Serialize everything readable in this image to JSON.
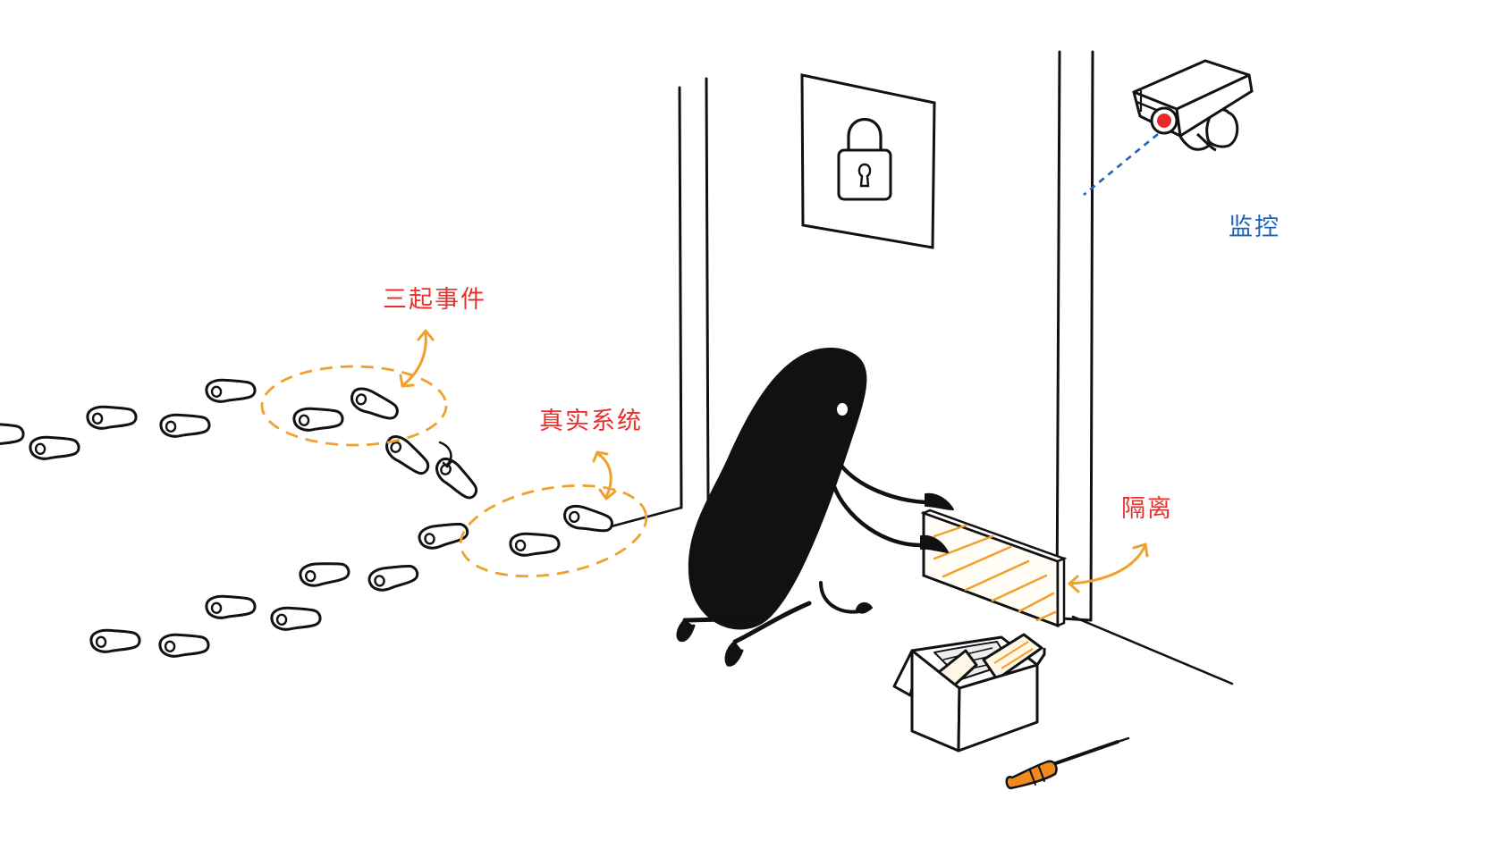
{
  "labels": {
    "incidents": "三起事件",
    "real_system": "真实系统",
    "isolation": "隔离",
    "monitoring": "监控"
  },
  "colors": {
    "incident_label": "#e8312c",
    "isolation_label": "#e8312c",
    "monitoring_label": "#1f64b8",
    "accent_orange": "#f0a02c",
    "ink": "#111111",
    "camera_lens": "#e82a2a",
    "screwdriver_handle": "#f08a1c"
  },
  "icons": {
    "door_sign": "padlock-icon",
    "camera": "security-camera-icon",
    "tool": "screwdriver-icon"
  }
}
